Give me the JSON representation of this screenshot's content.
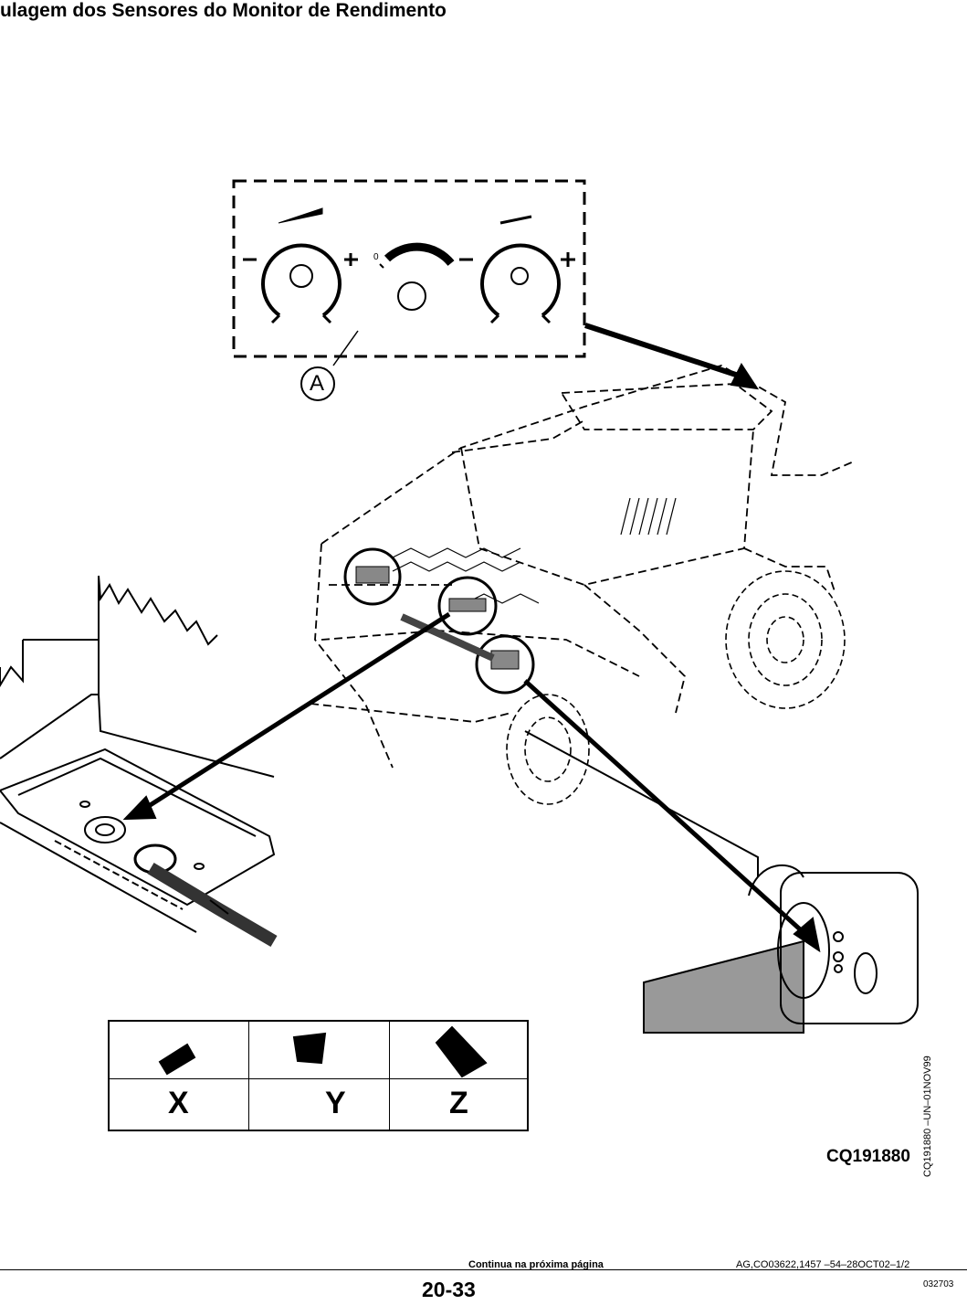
{
  "page": {
    "title": "ulagem dos Sensores do Monitor de Rendimento",
    "figure_id": "CQ191880",
    "side_code": "CQ191880  –UN–01NOV99",
    "continua": "Continua na próxima página",
    "ref_code": "AG,CO03622,1457    –54–28OCT02–1/2",
    "page_number": "20-33",
    "date_code": "032703"
  },
  "control_panel": {
    "callout": "A",
    "minus_label": "–",
    "plus_label": "+",
    "zero_label": "0"
  },
  "table": {
    "labels": [
      "X",
      "Y",
      "Z"
    ]
  }
}
